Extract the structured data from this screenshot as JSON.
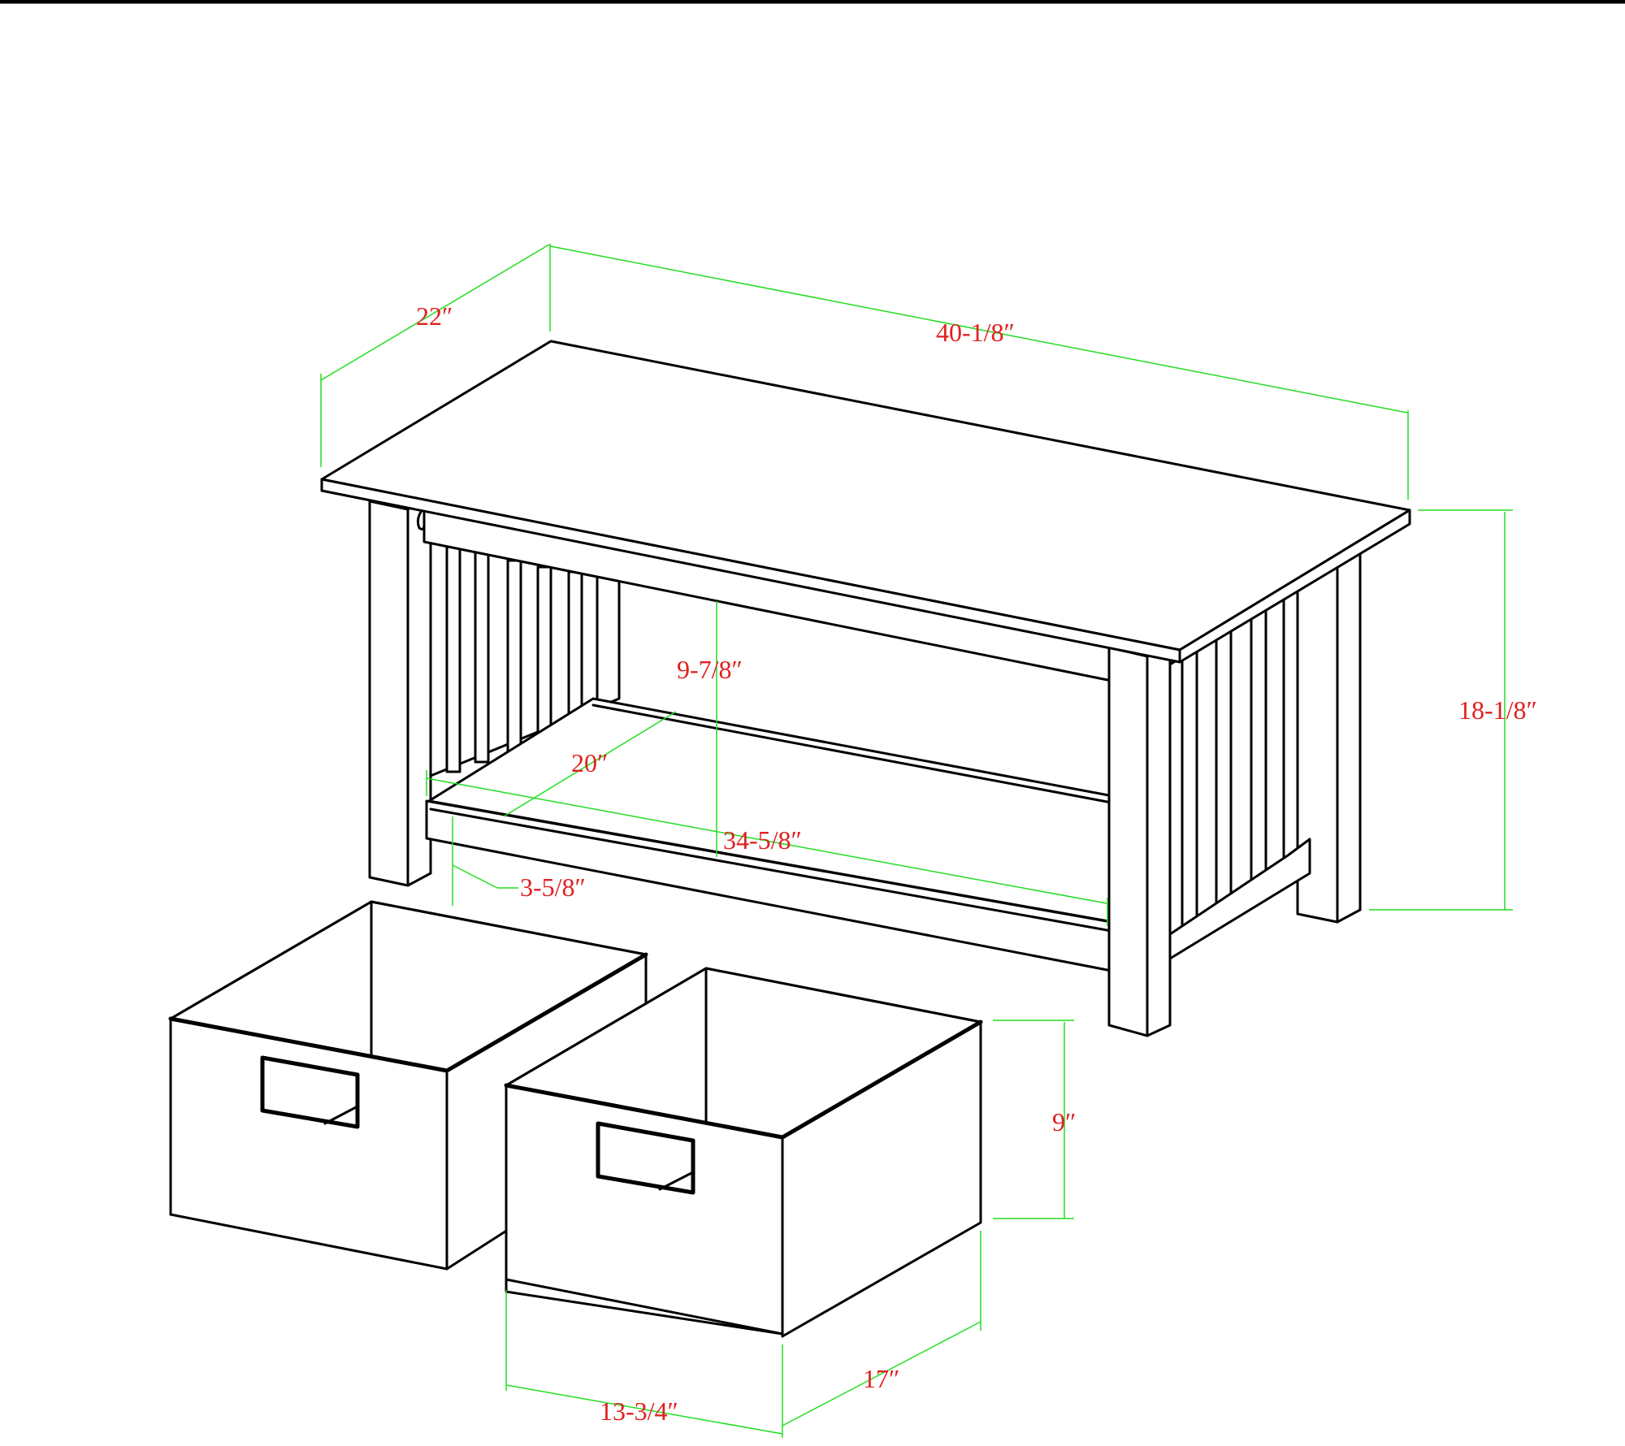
{
  "colors": {
    "line": "#000000",
    "dimension_line": "#22dd22",
    "dimension_text": "#e02020",
    "background": "#ffffff"
  },
  "dimensions": {
    "table_depth": "22″",
    "table_width": "40-1/8″",
    "table_height": "18-1/8″",
    "shelf_clearance": "9-7/8″",
    "shelf_depth": "20″",
    "shelf_width": "34-5/8″",
    "shelf_height_from_floor": "3-5/8″",
    "bin_height": "9″",
    "bin_depth": "17″",
    "bin_width": "13-3/4″"
  }
}
